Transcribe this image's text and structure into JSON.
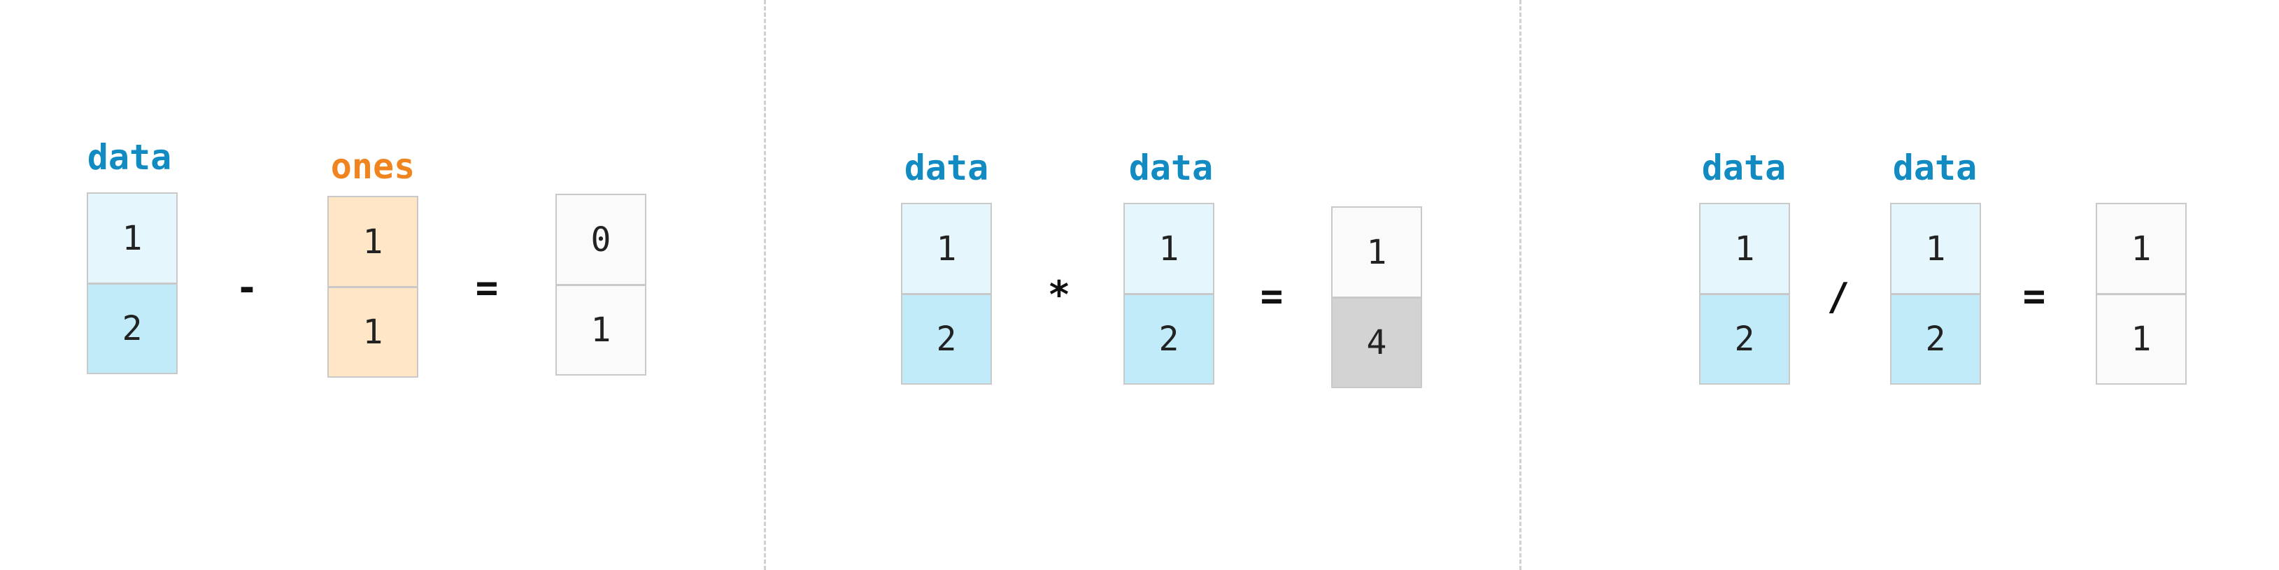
{
  "colors": {
    "data_label": "#118bc2",
    "ones_label": "#f0841f",
    "data_light": "#e6f6fd",
    "data_dark": "#c2ebfa",
    "ones": "#fee6c6",
    "result": "#fafafa",
    "result_highlight": "#d3d3d3"
  },
  "panels": [
    {
      "left": {
        "label": "data",
        "cells": [
          "1",
          "2"
        ]
      },
      "operator": "-",
      "right": {
        "label": "ones",
        "cells": [
          "1",
          "1"
        ]
      },
      "equals": "=",
      "result": {
        "cells": [
          "0",
          "1"
        ]
      }
    },
    {
      "left": {
        "label": "data",
        "cells": [
          "1",
          "2"
        ]
      },
      "operator": "*",
      "right": {
        "label": "data",
        "cells": [
          "1",
          "2"
        ]
      },
      "equals": "=",
      "result": {
        "cells": [
          "1",
          "4"
        ]
      }
    },
    {
      "left": {
        "label": "data",
        "cells": [
          "1",
          "2"
        ]
      },
      "operator": "/",
      "right": {
        "label": "data",
        "cells": [
          "1",
          "2"
        ]
      },
      "equals": "=",
      "result": {
        "cells": [
          "1",
          "1"
        ]
      }
    }
  ]
}
